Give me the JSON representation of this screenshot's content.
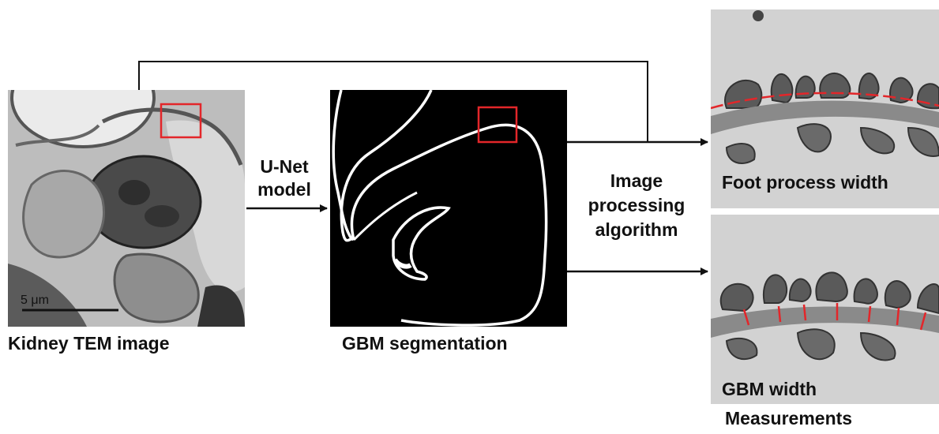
{
  "tem_image": {
    "caption": "Kidney TEM image",
    "scale_bar_label": "5 μm"
  },
  "unet_label": {
    "line1": "U-Net",
    "line2": "model"
  },
  "segmentation": {
    "caption": "GBM segmentation"
  },
  "algorithm_label": {
    "line1": "Image",
    "line2": "processing",
    "line3": "algorithm"
  },
  "outputs": {
    "foot_process_caption": "Foot process width",
    "gbm_width_caption": "GBM width",
    "group_caption": "Measurements"
  },
  "colors": {
    "highlight_box": "#e3262a",
    "measurement_marks": "#e3262a",
    "arrow": "#111111",
    "segmentation_bg": "#000000",
    "segmentation_line": "#ffffff"
  }
}
